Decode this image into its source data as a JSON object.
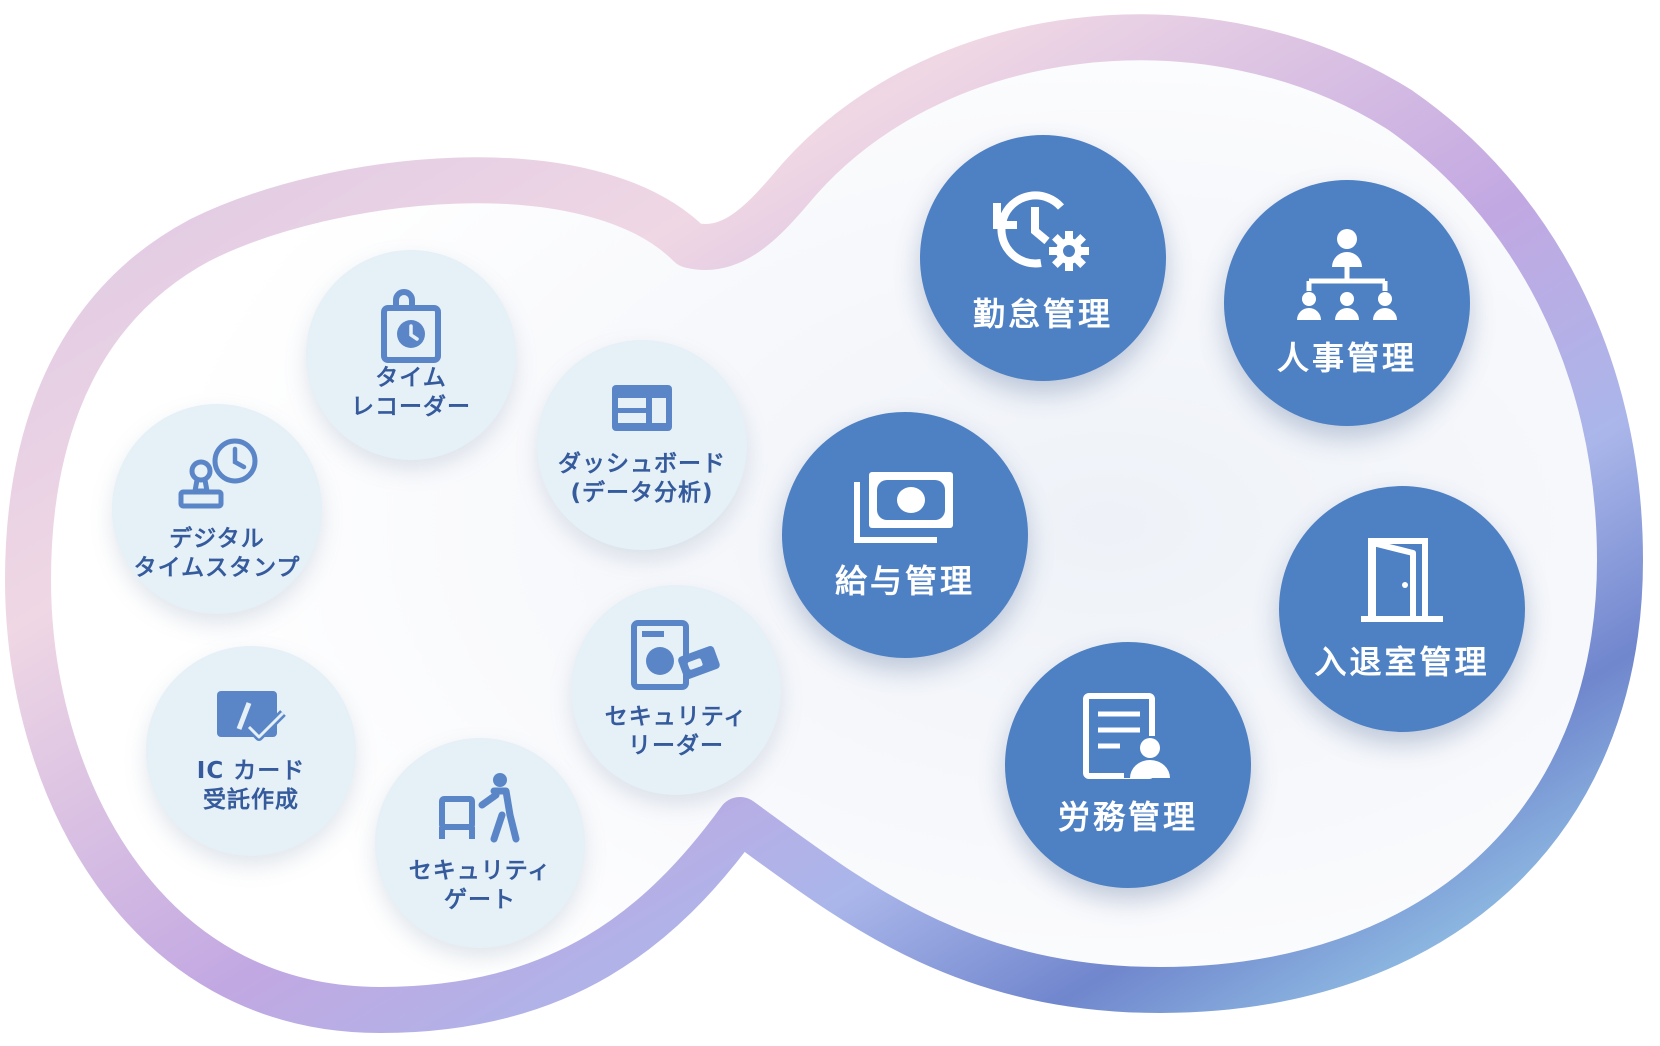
{
  "diagram": {
    "colors": {
      "outline_gradient": [
        "#d9c4e4",
        "#efd7e4",
        "#c2a8e2",
        "#aab6ea",
        "#7086cd",
        "#8fbce3",
        "#c8e1f3"
      ],
      "light_circle": "#e6f0f7",
      "light_text": "#355b9c",
      "dark_circle": "#4e80c4",
      "dark_text": "#ffffff"
    },
    "devices": [
      {
        "id": "time-recorder",
        "icon": "locked-clock-icon",
        "lines": [
          "タイム",
          "レコーダー"
        ]
      },
      {
        "id": "dashboard",
        "icon": "dashboard-icon",
        "lines": [
          "ダッシュボード",
          "(データ分析)"
        ]
      },
      {
        "id": "digital-timestamp",
        "icon": "stamp-clock-icon",
        "lines": [
          "デジタル",
          "タイムスタンプ"
        ]
      },
      {
        "id": "security-reader",
        "icon": "card-reader-icon",
        "lines": [
          "セキュリティ",
          "リーダー"
        ]
      },
      {
        "id": "ic-card",
        "icon": "ic-card-check-icon",
        "lines": [
          "IC カード",
          "受託作成"
        ]
      },
      {
        "id": "security-gate",
        "icon": "security-gate-icon",
        "lines": [
          "セキュリティ",
          "ゲート"
        ]
      }
    ],
    "services": [
      {
        "id": "attendance",
        "icon": "history-gear-icon",
        "label": "勤怠管理"
      },
      {
        "id": "hr",
        "icon": "org-chart-icon",
        "label": "人事管理"
      },
      {
        "id": "payroll",
        "icon": "banknotes-icon",
        "label": "給与管理"
      },
      {
        "id": "access",
        "icon": "door-icon",
        "label": "入退室管理"
      },
      {
        "id": "labor",
        "icon": "document-person-icon",
        "label": "労務管理"
      }
    ]
  }
}
